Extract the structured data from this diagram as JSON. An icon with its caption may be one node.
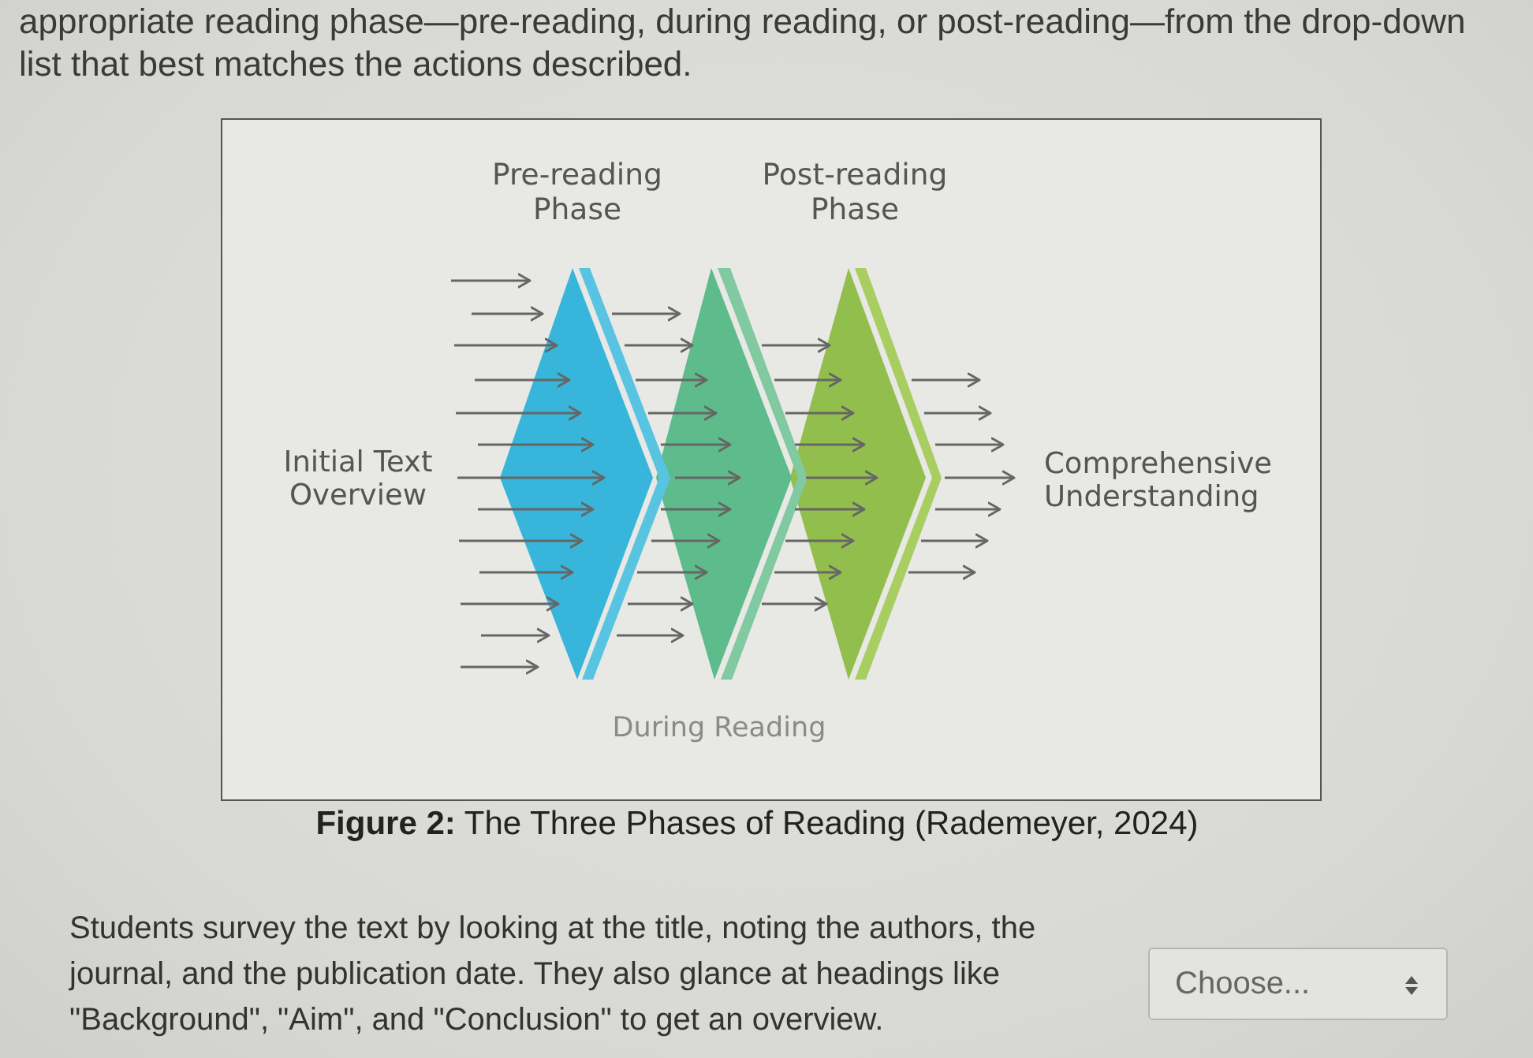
{
  "diagram": {
    "caption": "**Figure 2:** The Three Phases of Reading (Rademeyer, 2024)",
    "nodes": [
      {
        "text": [
          "Pre-reading Phase"
        ]
      },
      {
        "text": [
          "During Reading"
        ]
      },
      {
        "text": [
          "Post-reading Phase"
        ]
      }
    ],
    "edges": [
      {
        "from": null,
        "to": 0,
        "arrow": "to"
      },
      {
        "from": null,
        "to": 0,
        "arrow": "to"
      },
      {
        "from": null,
        "to": 0,
        "arrow": "to"
      },
      {
        "from": null,
        "to": 0,
        "arrow": "to"
      },
      {
        "from": null,
        "to": 0,
        "arrow": "to"
      },
      {
        "from": null,
        "to": 0,
        "arrow": "to"
      },
      {
        "from": null,
        "to": 0,
        "arrow": "to"
      },
      {
        "from": null,
        "to": 0,
        "arrow": "to"
      },
      {
        "from": null,
        "to": 0,
        "arrow": "to"
      },
      {
        "from": null,
        "to": 0,
        "arrow": "to"
      },
      {
        "from": null,
        "to": 0,
        "arrow": "to"
      },
      {
        "from": null,
        "to": 0,
        "arrow": "to"
      },
      {
        "from": null,
        "to": 0,
        "arrow": "to"
      },
      {
        "from": 0,
        "to": 1,
        "arrow": "to"
      },
      {
        "from": 0,
        "to": 1,
        "arrow": "to"
      },
      {
        "from": 0,
        "to": 1,
        "arrow": "to"
      },
      {
        "from": 0,
        "to": 1,
        "arrow": "to"
      },
      {
        "from": 0,
        "to": 1,
        "arrow": "to"
      },
      {
        "from": 0,
        "to": 1,
        "arrow": "to"
      },
      {
        "from": 0,
        "to": 1,
        "arrow": "to"
      },
      {
        "from": 0,
        "to": 1,
        "arrow": "to"
      },
      {
        "from": 0,
        "to": 1,
        "arrow": "to"
      },
      {
        "from": 0,
        "to": 1,
        "arrow": "to"
      },
      {
        "from": 0,
        "to": 1,
        "arrow": "to"
      },
      {
        "from": 1,
        "to": 2,
        "arrow": "to"
      },
      {
        "from": 1,
        "to": 2,
        "arrow": "to"
      },
      {
        "from": 1,
        "to": 2,
        "arrow": "to"
      },
      {
        "from": 1,
        "to": 2,
        "arrow": "to"
      },
      {
        "from": 1,
        "to": 2,
        "arrow": "to"
      },
      {
        "from": 1,
        "to": 2,
        "arrow": "to"
      },
      {
        "from": 1,
        "to": 2,
        "arrow": "to"
      },
      {
        "from": 1,
        "to": 2,
        "arrow": "to"
      },
      {
        "from": 1,
        "to": 2,
        "arrow": "to"
      },
      {
        "from": 2,
        "to": null,
        "arrow": "to"
      },
      {
        "from": 2,
        "to": null,
        "arrow": "to"
      },
      {
        "from": 2,
        "to": null,
        "arrow": "to"
      },
      {
        "from": 2,
        "to": null,
        "arrow": "to"
      },
      {
        "from": 2,
        "to": null,
        "arrow": "to"
      },
      {
        "from": 2,
        "to": null,
        "arrow": "to"
      },
      {
        "from": 2,
        "to": null,
        "arrow": "to"
      }
    ],
    "labels": [
      "appropriate reading phase—pre-reading, during reading, or post-reading—from the drop-down list that best matches the actions described.",
      "Initial Text Overview",
      "Comprehensive Understanding",
      "Students survey the text by looking at the title, noting the authors, the journal, and the publication date. They also glance at headings like \"Background\", \"Aim\", and \"Conclusion\" to get an overview.",
      "Choose..."
    ]
  }
}
